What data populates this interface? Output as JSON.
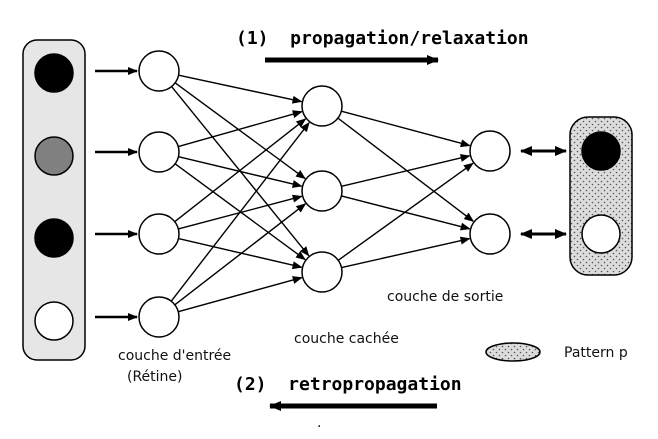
{
  "phases": {
    "forward": "(1)  propagation/relaxation",
    "backward": "(2)  retropropagation"
  },
  "layers": {
    "input_line1": "couche d'entrée",
    "input_line2": "(Rétine)",
    "hidden": "couche cachée",
    "output": "couche de sortie"
  },
  "legend": {
    "pattern_label": "Pattern p"
  },
  "footer_mark": ".",
  "colors": {
    "black": "#000000",
    "gray": "#808080",
    "white": "#ffffff",
    "panel": "#e6e6e6",
    "pattern_fill": "#dcdcdc",
    "stroke": "#000000"
  },
  "retina_cells": [
    "black",
    "gray",
    "black",
    "white"
  ],
  "pattern_cells": [
    "black",
    "white"
  ],
  "network": {
    "input_units": 4,
    "hidden_units": 3,
    "output_units": 2,
    "connections": "fully connected"
  }
}
